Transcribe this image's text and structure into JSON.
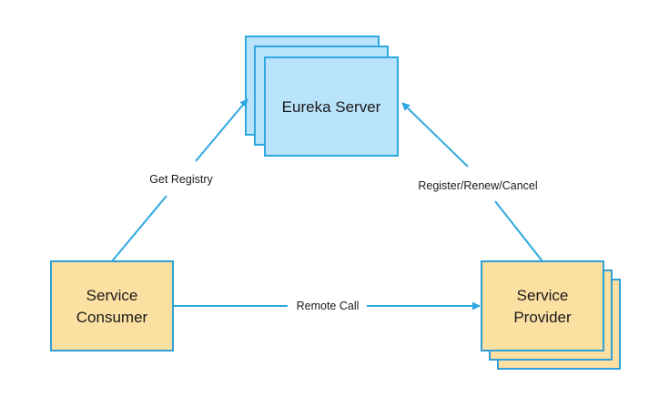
{
  "nodes": {
    "eureka_server": {
      "label": "Eureka Server",
      "fill": "#b9e3fa",
      "stroke": "#2ea8df"
    },
    "service_consumer": {
      "label_line1": "Service",
      "label_line2": "Consumer",
      "fill": "#fbe0a2",
      "stroke": "#2f9fd6"
    },
    "service_provider": {
      "label_line1": "Service",
      "label_line2": "Provider",
      "fill": "#fbe0a2",
      "stroke": "#2f9fd6"
    }
  },
  "edges": {
    "get_registry": {
      "label": "Get Registry"
    },
    "register_renew_cancel": {
      "label": "Register/Renew/Cancel"
    },
    "remote_call": {
      "label": "Remote Call"
    }
  },
  "colors": {
    "arrow": "#2ea8df",
    "text": "#1a1a1a",
    "background": "#ffffff"
  }
}
